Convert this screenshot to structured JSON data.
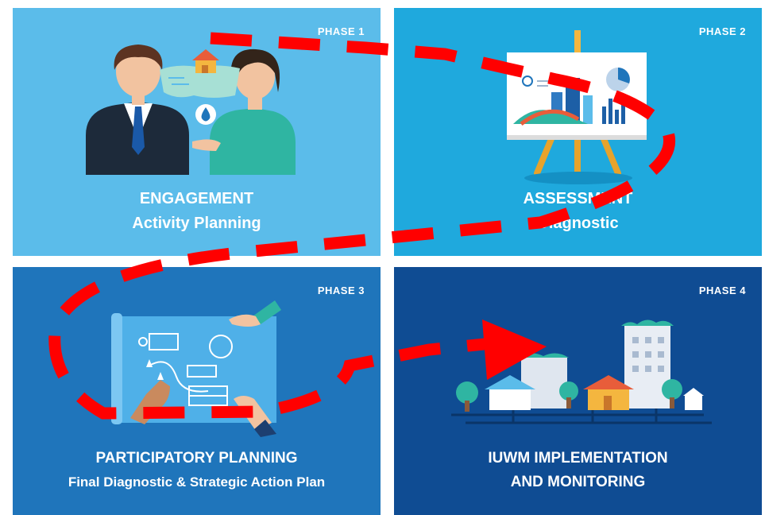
{
  "panels": [
    {
      "phase": "PHASE 1",
      "title": "ENGAGEMENT",
      "subtitle": "Activity Planning",
      "color": "#5bbcea"
    },
    {
      "phase": "PHASE 2",
      "title": "ASSESSMENT",
      "subtitle": "Diagnostic",
      "color": "#1fa9dd"
    },
    {
      "phase": "PHASE 3",
      "title": "PARTICIPATORY PLANNING",
      "subtitle": "Final Diagnostic & Strategic Action Plan",
      "color": "#1f75bb"
    },
    {
      "phase": "PHASE 4",
      "title": "IUWM IMPLEMENTATION",
      "subtitle": "AND MONITORING",
      "color": "#0f4c93"
    }
  ],
  "overlay": {
    "color": "#ff0000",
    "style": "dashed-arrow"
  }
}
